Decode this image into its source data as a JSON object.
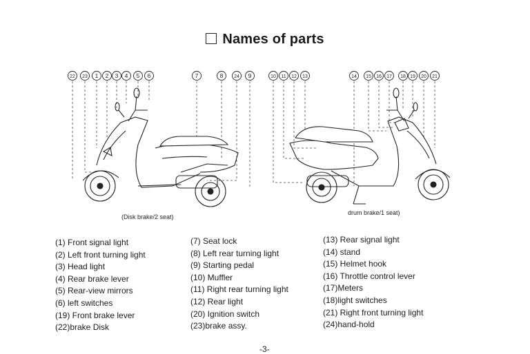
{
  "page": {
    "title": "Names of parts",
    "page_number": "-3-"
  },
  "diagram": {
    "left_caption": "(Disk brake/2 seat)",
    "right_caption": "drum brake/1 seat)",
    "left_callouts": [
      "22",
      "23",
      "1",
      "2",
      "3",
      "4",
      "5",
      "6",
      "7",
      "8",
      "24",
      "9"
    ],
    "right_callouts": [
      "10",
      "11",
      "12",
      "13",
      "14",
      "15",
      "16",
      "17",
      "18",
      "19",
      "20",
      "21"
    ]
  },
  "parts": {
    "column1": [
      "(1) Front signal light",
      "(2) Left front turning light",
      "(3) Head light",
      "(4) Rear brake lever",
      "(5) Rear-view mirrors",
      "(6) left switches",
      "(19) Front brake lever",
      "(22)brake Disk"
    ],
    "column2": [
      "(7) Seat lock",
      "(8) Left rear turning light",
      "(9) Starting pedal",
      "(10) Muffler",
      "(11) Right rear turning light",
      "(12) Rear light",
      "(20) Ignition switch",
      "(23)brake assy."
    ],
    "column3": [
      "(13) Rear signal light",
      "(14) stand",
      "(15) Helmet hook",
      "(16) Throttle control lever",
      "(17)Meters",
      "(18)light switches",
      "(21) Right front turning light",
      "(24)hand-hold"
    ]
  }
}
